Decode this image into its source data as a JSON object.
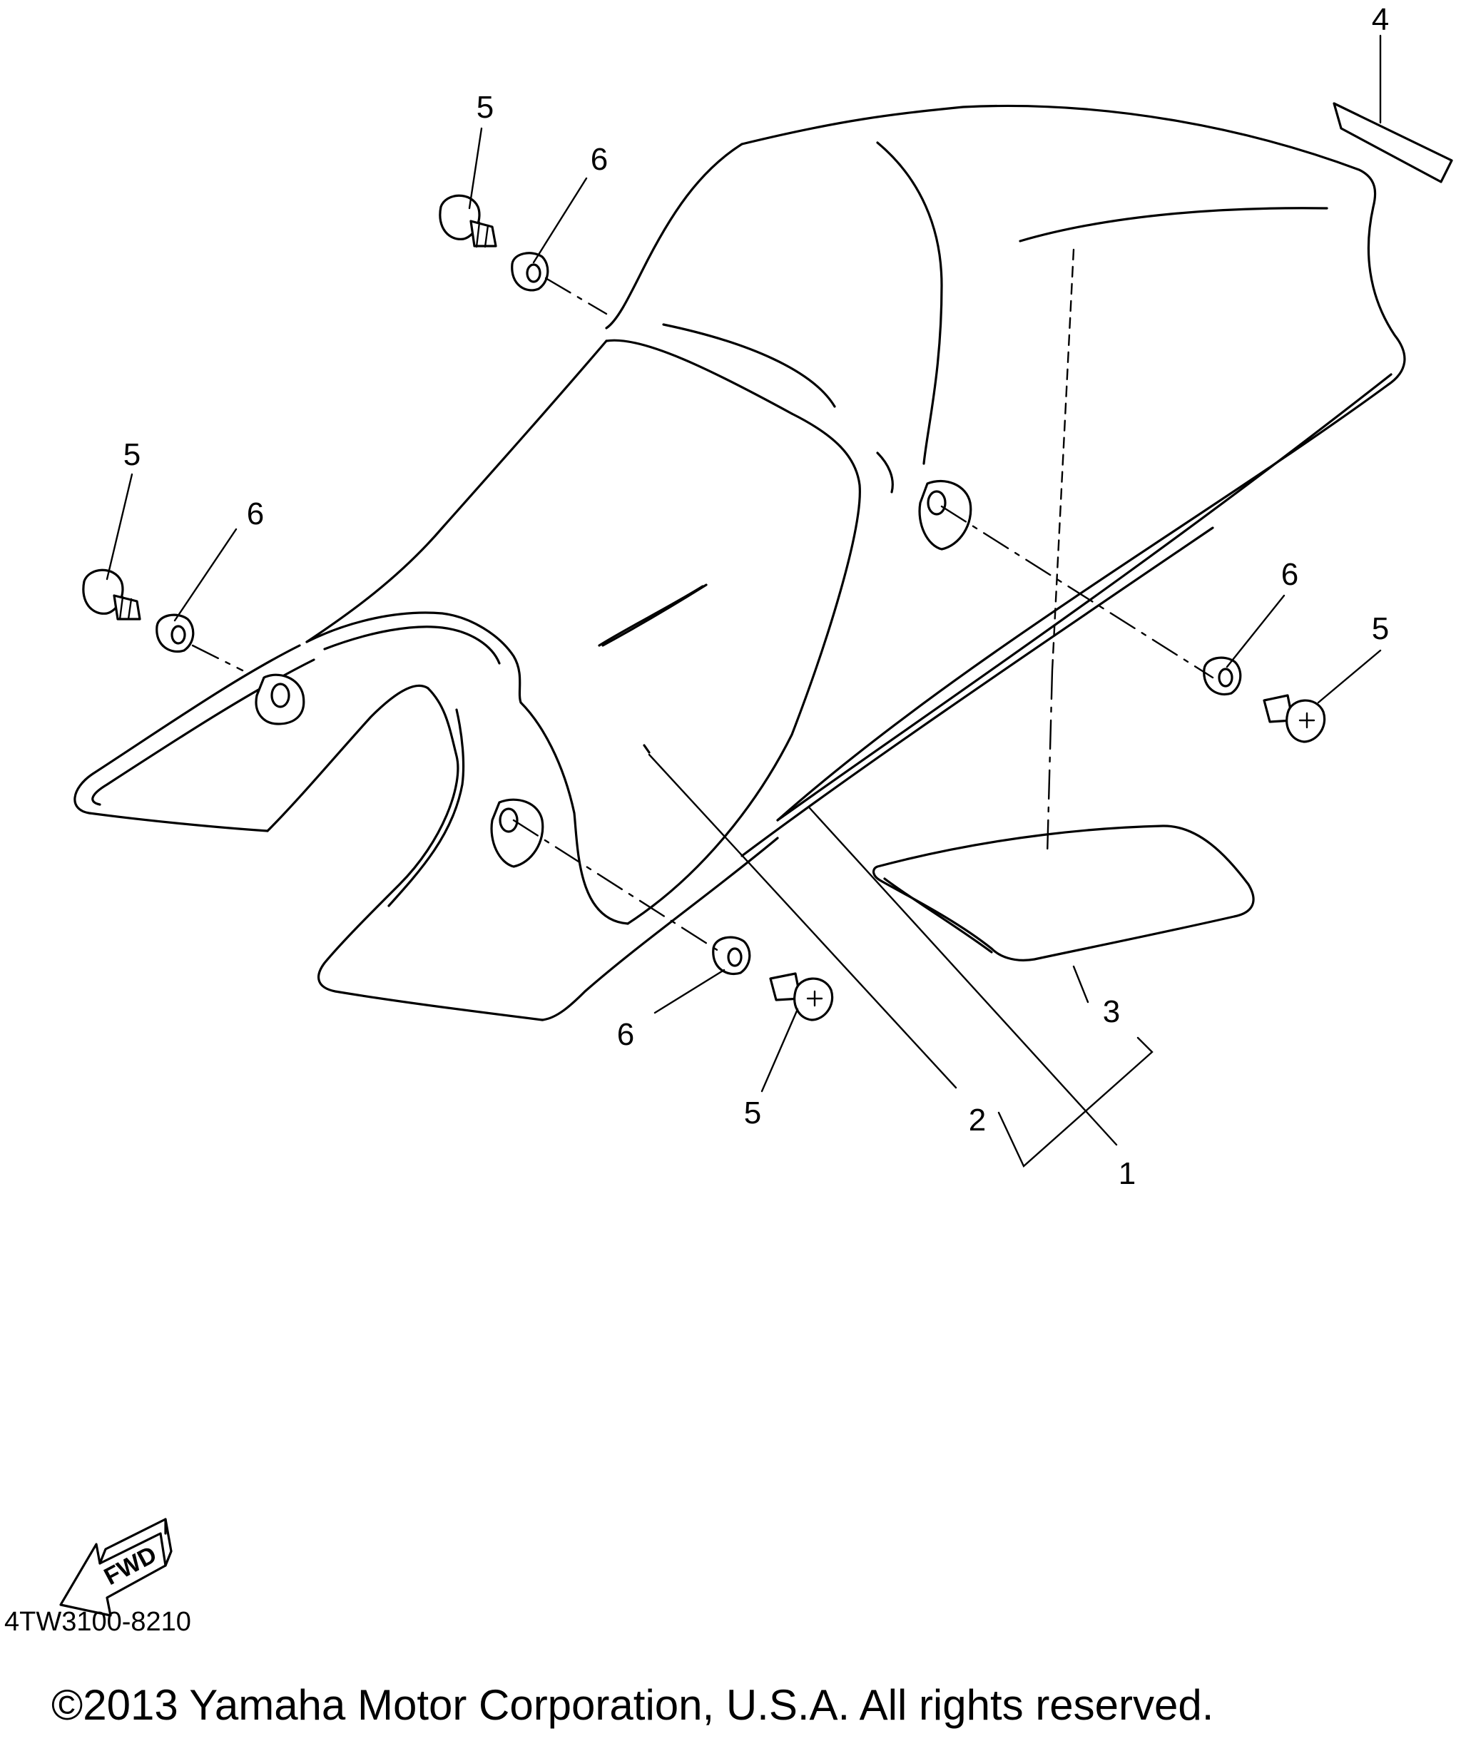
{
  "diagram": {
    "callouts": [
      {
        "id": "c4",
        "text": "4"
      },
      {
        "id": "c5a",
        "text": "5"
      },
      {
        "id": "c6a",
        "text": "6"
      },
      {
        "id": "c5b",
        "text": "5"
      },
      {
        "id": "c6b",
        "text": "6"
      },
      {
        "id": "c6c",
        "text": "6"
      },
      {
        "id": "c5c",
        "text": "5"
      },
      {
        "id": "c3",
        "text": "3"
      },
      {
        "id": "c6d",
        "text": "6"
      },
      {
        "id": "c5d",
        "text": "5"
      },
      {
        "id": "c2",
        "text": "2"
      },
      {
        "id": "c1",
        "text": "1"
      }
    ],
    "fwd_label": "FWD"
  },
  "footer": {
    "doc_id": "4TW3100-8210",
    "copyright": "©2013 Yamaha Motor Corporation, U.S.A. All rights reserved."
  }
}
